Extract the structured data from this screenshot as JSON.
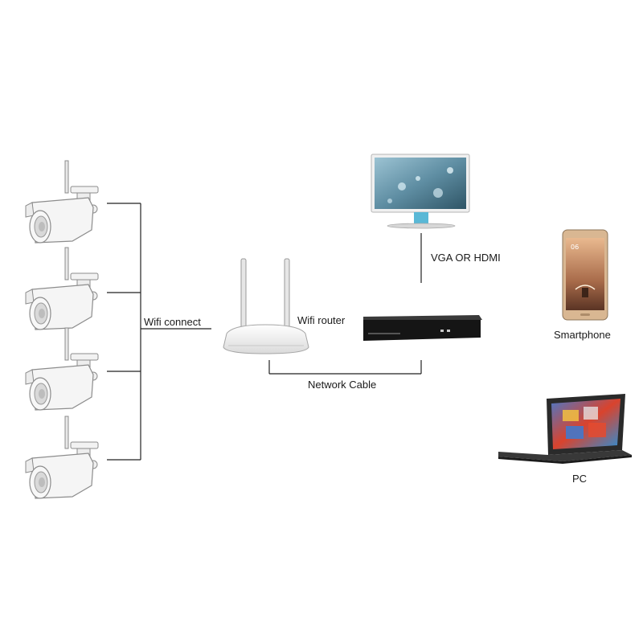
{
  "labels": {
    "wifi_connect": "Wifi connect",
    "wifi_router": "Wifi router",
    "vga_hdmi": "VGA OR HDMI",
    "network_cable": "Network Cable",
    "smartphone": "Smartphone",
    "pc": "PC"
  },
  "devices": {
    "cameras": [
      "camera",
      "camera",
      "camera",
      "camera"
    ],
    "router": "router",
    "monitor": "monitor",
    "nvr": "nvr",
    "smartphone": "smartphone",
    "laptop": "laptop"
  },
  "colors": {
    "line": "#222222",
    "camera_body": "#f4f4f4",
    "camera_stroke": "#9a9a9a",
    "nvr": "#141414",
    "screen": "#6f9bb0"
  }
}
